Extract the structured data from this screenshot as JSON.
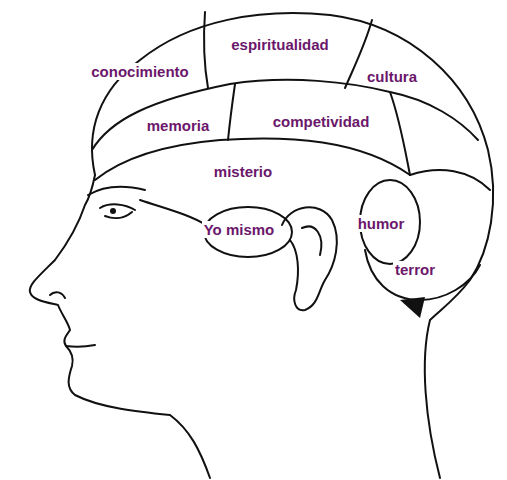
{
  "diagram": {
    "nodes": [
      {
        "text": [
          "espiritualidad"
        ]
      },
      {
        "text": [
          "conocimiento"
        ]
      },
      {
        "text": [
          "cultura"
        ]
      },
      {
        "text": [
          "memoria"
        ]
      },
      {
        "text": [
          "competividad"
        ]
      },
      {
        "text": [
          "misterio"
        ]
      },
      {
        "text": [
          "Yo mismo"
        ]
      },
      {
        "text": [
          "humor"
        ]
      },
      {
        "text": [
          "terror"
        ]
      }
    ]
  }
}
